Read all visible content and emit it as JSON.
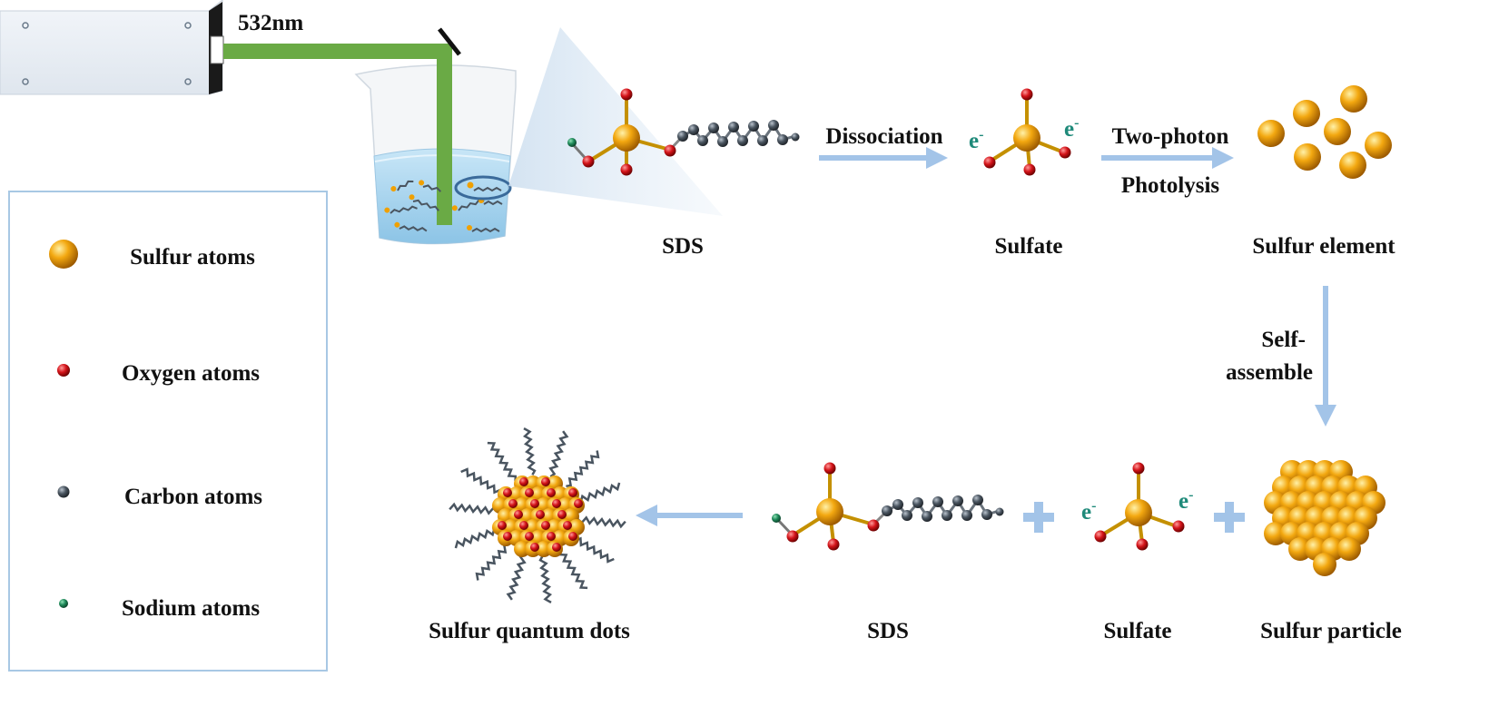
{
  "laser": {
    "wavelength": "532nm"
  },
  "legend": {
    "items": [
      {
        "label": "Sulfur atoms",
        "color": "#f0a000"
      },
      {
        "label": "Oxygen atoms",
        "color": "#d4141a"
      },
      {
        "label": "Carbon atoms",
        "color": "#4a5560"
      },
      {
        "label": "Sodium atoms",
        "color": "#1f8a5a"
      }
    ]
  },
  "steps": {
    "sds_top": "SDS",
    "dissociation": "Dissociation",
    "sulfate_top": "Sulfate",
    "two_photon_1": "Two-photon",
    "two_photon_2": "Photolysis",
    "sulfur_element": "Sulfur element",
    "self_assemble_1": "Self-",
    "self_assemble_2": "assemble",
    "sulfur_particle": "Sulfur particle",
    "sulfate_bottom": "Sulfate",
    "sds_bottom": "SDS",
    "quantum_dots": "Sulfur quantum dots",
    "electron": "e",
    "electron_sup": "-"
  },
  "colors": {
    "beam": "#6aaa45",
    "arrow": "#a3c4e8",
    "electron": "#1f8a7a",
    "liquid": "#b6dcf2"
  }
}
